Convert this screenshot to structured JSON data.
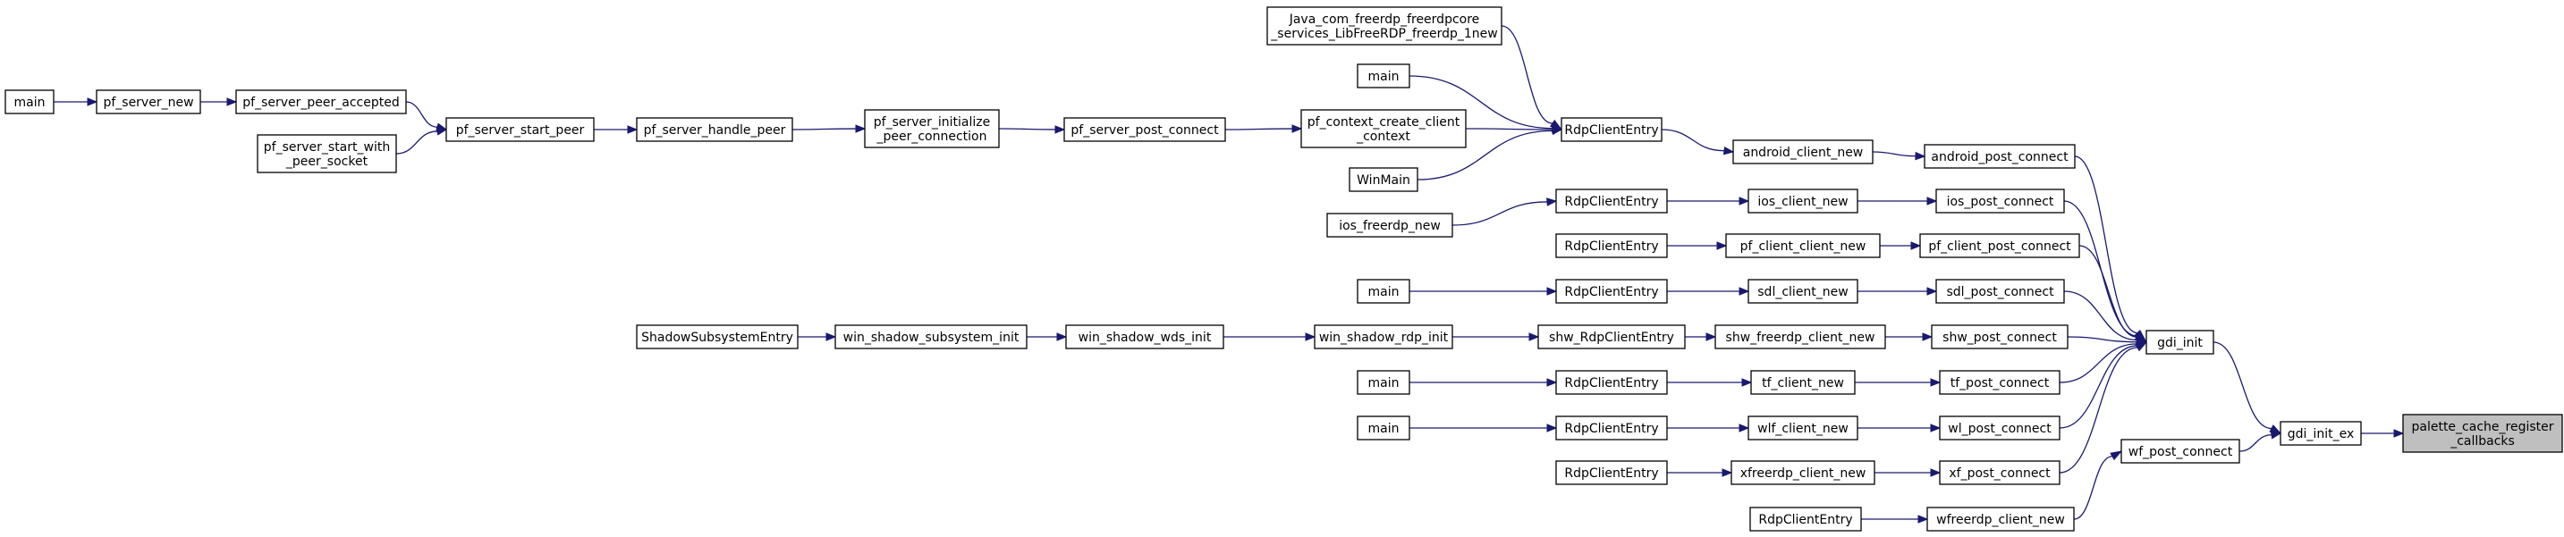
{
  "colors": {
    "edge": "#191970",
    "root_fill": "#bfbfbf",
    "node_fill": "#ffffff",
    "node_border": "#000000"
  },
  "nodes": [
    {
      "id": "root",
      "label": "palette_cache_register\n_callbacks"
    },
    {
      "id": "gdi_init_ex",
      "label": "gdi_init_ex"
    },
    {
      "id": "gdi_init",
      "label": "gdi_init"
    },
    {
      "id": "wf_post_connect",
      "label": "wf_post_connect"
    },
    {
      "id": "android_post_connect",
      "label": "android_post_connect"
    },
    {
      "id": "ios_post_connect",
      "label": "ios_post_connect"
    },
    {
      "id": "pf_client_post_connect",
      "label": "pf_client_post_connect"
    },
    {
      "id": "sdl_post_connect",
      "label": "sdl_post_connect"
    },
    {
      "id": "shw_post_connect",
      "label": "shw_post_connect"
    },
    {
      "id": "tf_post_connect",
      "label": "tf_post_connect"
    },
    {
      "id": "wl_post_connect",
      "label": "wl_post_connect"
    },
    {
      "id": "xf_post_connect",
      "label": "xf_post_connect"
    },
    {
      "id": "wfreerdp_client_new",
      "label": "wfreerdp_client_new"
    },
    {
      "id": "android_client_new",
      "label": "android_client_new"
    },
    {
      "id": "ios_client_new",
      "label": "ios_client_new"
    },
    {
      "id": "pf_client_client_new",
      "label": "pf_client_client_new"
    },
    {
      "id": "sdl_client_new",
      "label": "sdl_client_new"
    },
    {
      "id": "shw_freerdp_client_new",
      "label": "shw_freerdp_client_new"
    },
    {
      "id": "tf_client_new",
      "label": "tf_client_new"
    },
    {
      "id": "wlf_client_new",
      "label": "wlf_client_new"
    },
    {
      "id": "xfreerdp_client_new",
      "label": "xfreerdp_client_new"
    },
    {
      "id": "rce_main",
      "label": "RdpClientEntry"
    },
    {
      "id": "rce_ios",
      "label": "RdpClientEntry"
    },
    {
      "id": "rce_pf",
      "label": "RdpClientEntry"
    },
    {
      "id": "rce_sdl",
      "label": "RdpClientEntry"
    },
    {
      "id": "shw_RdpClientEntry",
      "label": "shw_RdpClientEntry"
    },
    {
      "id": "rce_tf",
      "label": "RdpClientEntry"
    },
    {
      "id": "rce_wl",
      "label": "RdpClientEntry"
    },
    {
      "id": "rce_xf",
      "label": "RdpClientEntry"
    },
    {
      "id": "rce_wf",
      "label": "RdpClientEntry"
    },
    {
      "id": "java_new",
      "label": "Java_com_freerdp_freerdpcore\n_services_LibFreeRDP_freerdp_1new"
    },
    {
      "id": "main_top",
      "label": "main"
    },
    {
      "id": "pf_context_create",
      "label": "pf_context_create_client\n_context"
    },
    {
      "id": "winmain",
      "label": "WinMain"
    },
    {
      "id": "pf_server_post_connect",
      "label": "pf_server_post_connect"
    },
    {
      "id": "pf_server_init_conn",
      "label": "pf_server_initialize\n_peer_connection"
    },
    {
      "id": "pf_server_handle_peer",
      "label": "pf_server_handle_peer"
    },
    {
      "id": "pf_server_start_peer",
      "label": "pf_server_start_peer"
    },
    {
      "id": "pf_server_peer_accepted",
      "label": "pf_server_peer_accepted"
    },
    {
      "id": "pf_server_start_with_peer_socket",
      "label": "pf_server_start_with\n_peer_socket"
    },
    {
      "id": "pf_server_new",
      "label": "pf_server_new"
    },
    {
      "id": "main_left",
      "label": "main"
    },
    {
      "id": "ios_freerdp_new",
      "label": "ios_freerdp_new"
    },
    {
      "id": "main_sdl",
      "label": "main"
    },
    {
      "id": "main_tf",
      "label": "main"
    },
    {
      "id": "main_wl",
      "label": "main"
    },
    {
      "id": "win_shadow_rdp_init",
      "label": "win_shadow_rdp_init"
    },
    {
      "id": "win_shadow_wds_init",
      "label": "win_shadow_wds_init"
    },
    {
      "id": "win_shadow_subsystem_init",
      "label": "win_shadow_subsystem_init"
    },
    {
      "id": "ShadowSubsystemEntry",
      "label": "ShadowSubsystemEntry"
    }
  ],
  "edges": [
    [
      "gdi_init_ex",
      "root"
    ],
    [
      "gdi_init",
      "gdi_init_ex"
    ],
    [
      "wf_post_connect",
      "gdi_init_ex"
    ],
    [
      "android_post_connect",
      "gdi_init"
    ],
    [
      "ios_post_connect",
      "gdi_init"
    ],
    [
      "pf_client_post_connect",
      "gdi_init"
    ],
    [
      "sdl_post_connect",
      "gdi_init"
    ],
    [
      "shw_post_connect",
      "gdi_init"
    ],
    [
      "tf_post_connect",
      "gdi_init"
    ],
    [
      "wl_post_connect",
      "gdi_init"
    ],
    [
      "xf_post_connect",
      "gdi_init"
    ],
    [
      "wfreerdp_client_new",
      "wf_post_connect"
    ],
    [
      "android_client_new",
      "android_post_connect"
    ],
    [
      "ios_client_new",
      "ios_post_connect"
    ],
    [
      "pf_client_client_new",
      "pf_client_post_connect"
    ],
    [
      "sdl_client_new",
      "sdl_post_connect"
    ],
    [
      "shw_freerdp_client_new",
      "shw_post_connect"
    ],
    [
      "tf_client_new",
      "tf_post_connect"
    ],
    [
      "wlf_client_new",
      "wl_post_connect"
    ],
    [
      "xfreerdp_client_new",
      "xf_post_connect"
    ],
    [
      "rce_wf",
      "wfreerdp_client_new"
    ],
    [
      "rce_main",
      "android_client_new"
    ],
    [
      "rce_ios",
      "ios_client_new"
    ],
    [
      "rce_pf",
      "pf_client_client_new"
    ],
    [
      "rce_sdl",
      "sdl_client_new"
    ],
    [
      "shw_RdpClientEntry",
      "shw_freerdp_client_new"
    ],
    [
      "rce_tf",
      "tf_client_new"
    ],
    [
      "rce_wl",
      "wlf_client_new"
    ],
    [
      "rce_xf",
      "xfreerdp_client_new"
    ],
    [
      "java_new",
      "rce_main"
    ],
    [
      "main_top",
      "rce_main"
    ],
    [
      "pf_context_create",
      "rce_main"
    ],
    [
      "winmain",
      "rce_main"
    ],
    [
      "pf_server_post_connect",
      "pf_context_create"
    ],
    [
      "pf_server_init_conn",
      "pf_server_post_connect"
    ],
    [
      "pf_server_handle_peer",
      "pf_server_init_conn"
    ],
    [
      "pf_server_start_peer",
      "pf_server_handle_peer"
    ],
    [
      "pf_server_peer_accepted",
      "pf_server_start_peer"
    ],
    [
      "pf_server_start_with_peer_socket",
      "pf_server_start_peer"
    ],
    [
      "pf_server_new",
      "pf_server_peer_accepted"
    ],
    [
      "main_left",
      "pf_server_new"
    ],
    [
      "ios_freerdp_new",
      "rce_ios"
    ],
    [
      "main_sdl",
      "rce_sdl"
    ],
    [
      "win_shadow_rdp_init",
      "shw_RdpClientEntry"
    ],
    [
      "win_shadow_wds_init",
      "win_shadow_rdp_init"
    ],
    [
      "win_shadow_subsystem_init",
      "win_shadow_wds_init"
    ],
    [
      "ShadowSubsystemEntry",
      "win_shadow_subsystem_init"
    ],
    [
      "main_tf",
      "rce_tf"
    ],
    [
      "main_wl",
      "rce_wl"
    ]
  ]
}
